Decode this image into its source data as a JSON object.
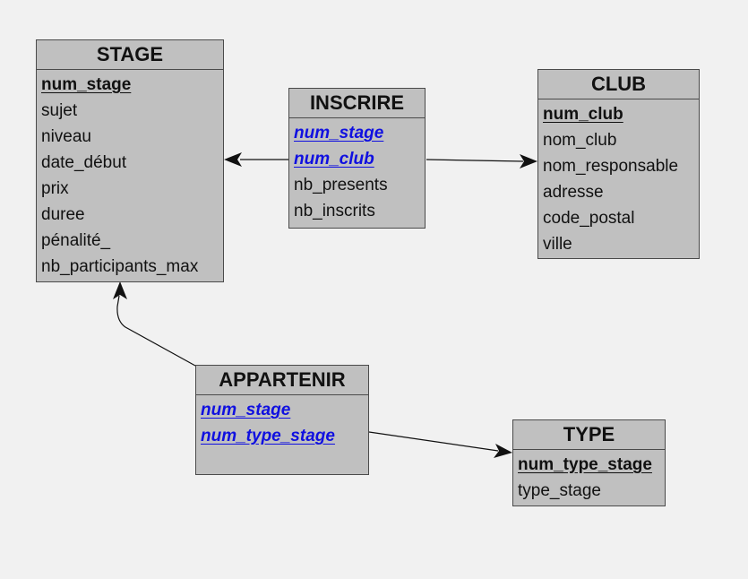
{
  "diagram": {
    "entities": {
      "stage": {
        "title": "STAGE",
        "fields": [
          {
            "name": "num_stage",
            "key": "pk"
          },
          {
            "name": "sujet",
            "key": ""
          },
          {
            "name": "niveau",
            "key": ""
          },
          {
            "name": "date_début",
            "key": ""
          },
          {
            "name": "prix",
            "key": ""
          },
          {
            "name": "duree",
            "key": ""
          },
          {
            "name": "pénalité_",
            "key": ""
          },
          {
            "name": "nb_participants_max",
            "key": ""
          }
        ]
      },
      "inscrire": {
        "title": "INSCRIRE",
        "fields": [
          {
            "name": "num_stage",
            "key": "fk"
          },
          {
            "name": "num_club",
            "key": "fk"
          },
          {
            "name": "nb_presents",
            "key": ""
          },
          {
            "name": "nb_inscrits",
            "key": ""
          }
        ]
      },
      "club": {
        "title": "CLUB",
        "fields": [
          {
            "name": "num_club",
            "key": "pk"
          },
          {
            "name": "nom_club",
            "key": ""
          },
          {
            "name": "nom_responsable",
            "key": ""
          },
          {
            "name": "adresse",
            "key": ""
          },
          {
            "name": "code_postal",
            "key": ""
          },
          {
            "name": "ville",
            "key": ""
          }
        ]
      },
      "appartenir": {
        "title": "APPARTENIR",
        "fields": [
          {
            "name": "num_stage",
            "key": "fk"
          },
          {
            "name": "num_type_stage",
            "key": "fk"
          }
        ]
      },
      "type": {
        "title": "TYPE",
        "fields": [
          {
            "name": "num_type_stage",
            "key": "pk"
          },
          {
            "name": "type_stage",
            "key": ""
          }
        ]
      }
    },
    "links": [
      {
        "from": "inscrire",
        "to": "stage"
      },
      {
        "from": "inscrire",
        "to": "club"
      },
      {
        "from": "appartenir",
        "to": "stage"
      },
      {
        "from": "appartenir",
        "to": "type"
      }
    ]
  }
}
